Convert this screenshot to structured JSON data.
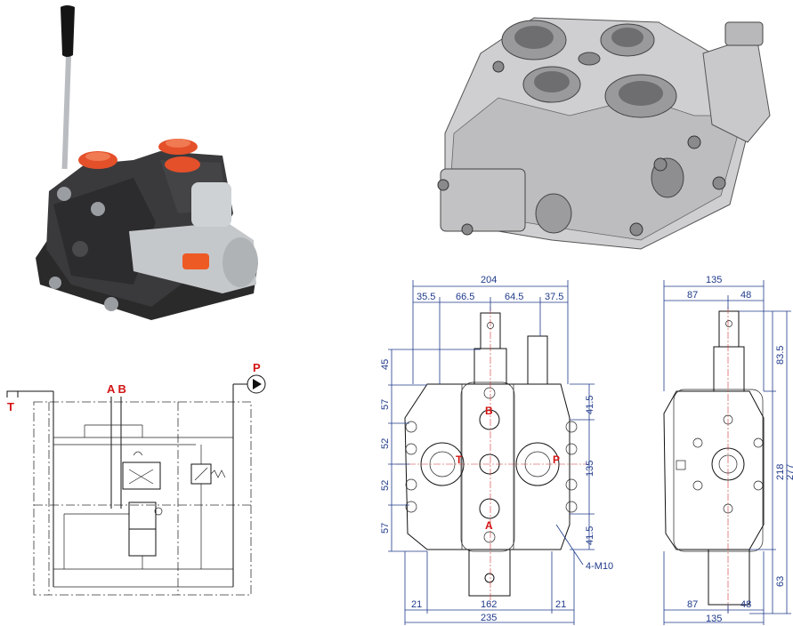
{
  "schematic": {
    "port_t": "T",
    "port_p": "P",
    "port_ab": "A B"
  },
  "front_view": {
    "dims_top": [
      "204",
      "35.5",
      "66.5",
      "64.5",
      "37.5"
    ],
    "dims_left": [
      "45",
      "57",
      "52",
      "52",
      "57"
    ],
    "dims_right": [
      "41.5",
      "135",
      "41.5"
    ],
    "dims_bottom": [
      "21",
      "162",
      "21",
      "235"
    ],
    "thread_label": "4-M10",
    "port_labels": {
      "b": "B",
      "t": "T",
      "p": "P",
      "a": "A"
    }
  },
  "side_view": {
    "dims_top": [
      "135",
      "87",
      "48"
    ],
    "dims_right": [
      "83.5",
      "218",
      "277",
      "63"
    ],
    "dims_bottom": [
      "87",
      "48",
      "135"
    ]
  }
}
